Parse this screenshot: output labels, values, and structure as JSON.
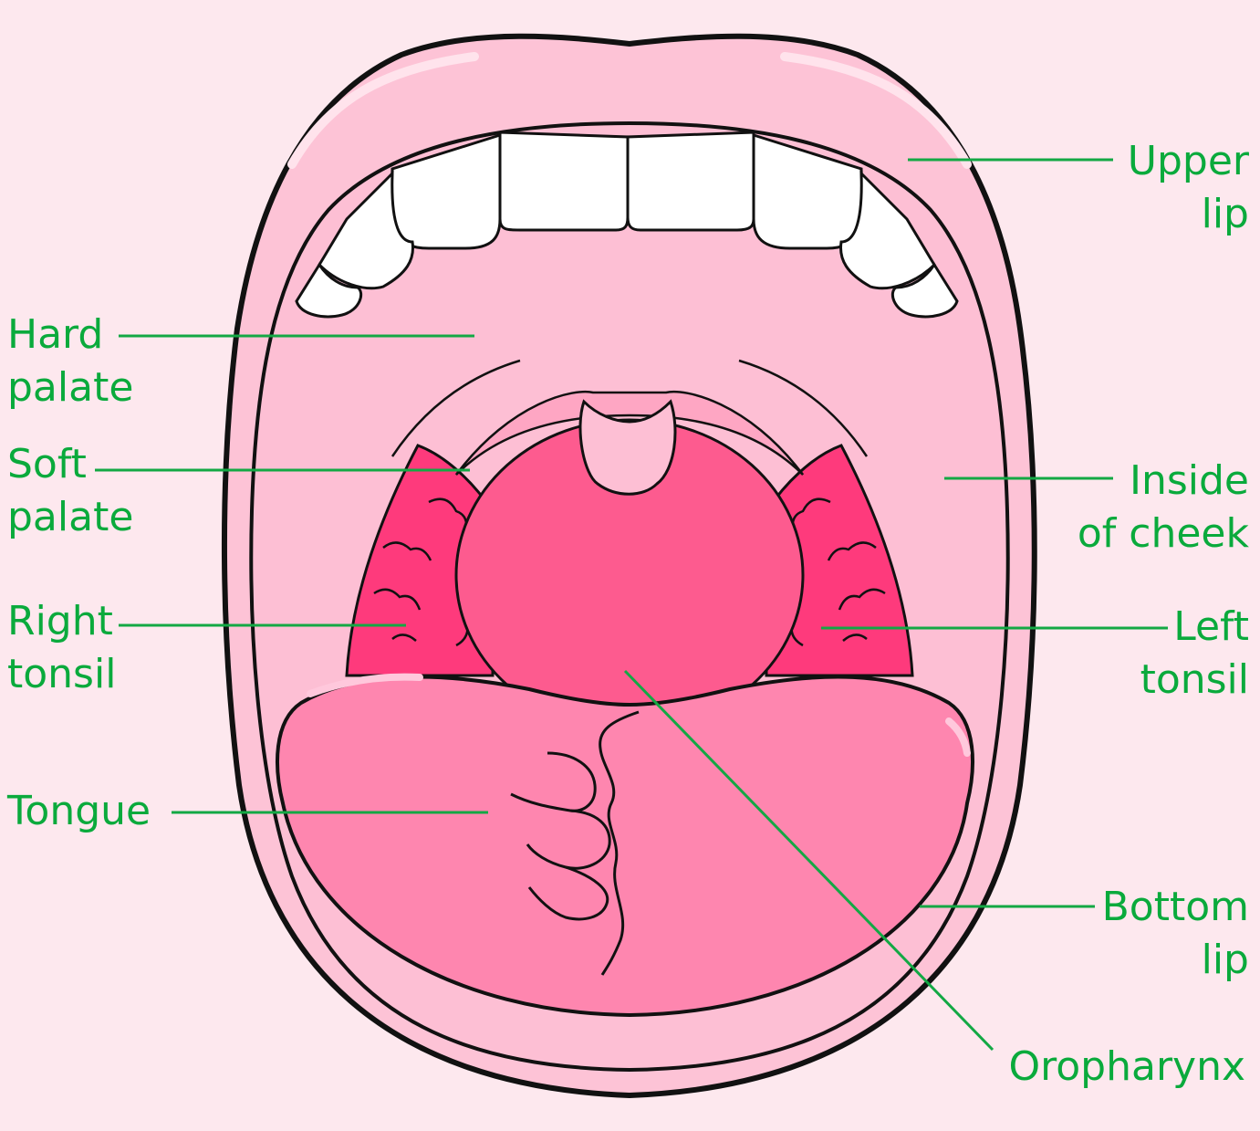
{
  "colors": {
    "background": "#fde8ee",
    "lip": "#fdc3d6",
    "mouth_interior": "#fdbfd4",
    "throat": "#fd5b8f",
    "tonsil": "#fe3a7c",
    "tongue": "#fe86af",
    "teeth": "#ffffff",
    "outline": "#111111",
    "label": "#0aaa3c",
    "leader": "#13a844"
  },
  "labels": {
    "upper_lip": {
      "line1": "Upper",
      "line2": "lip"
    },
    "hard_palate": {
      "line1": "Hard",
      "line2": "palate"
    },
    "soft_palate": {
      "line1": "Soft",
      "line2": "palate"
    },
    "inside_cheek": {
      "line1": "Inside",
      "line2": "of cheek"
    },
    "right_tonsil": {
      "line1": "Right",
      "line2": "tonsil"
    },
    "left_tonsil": {
      "line1": "Left",
      "line2": "tonsil"
    },
    "tongue": {
      "line1": "Tongue"
    },
    "bottom_lip": {
      "line1": "Bottom",
      "line2": "lip"
    },
    "oropharynx": {
      "line1": "Oropharynx"
    }
  }
}
